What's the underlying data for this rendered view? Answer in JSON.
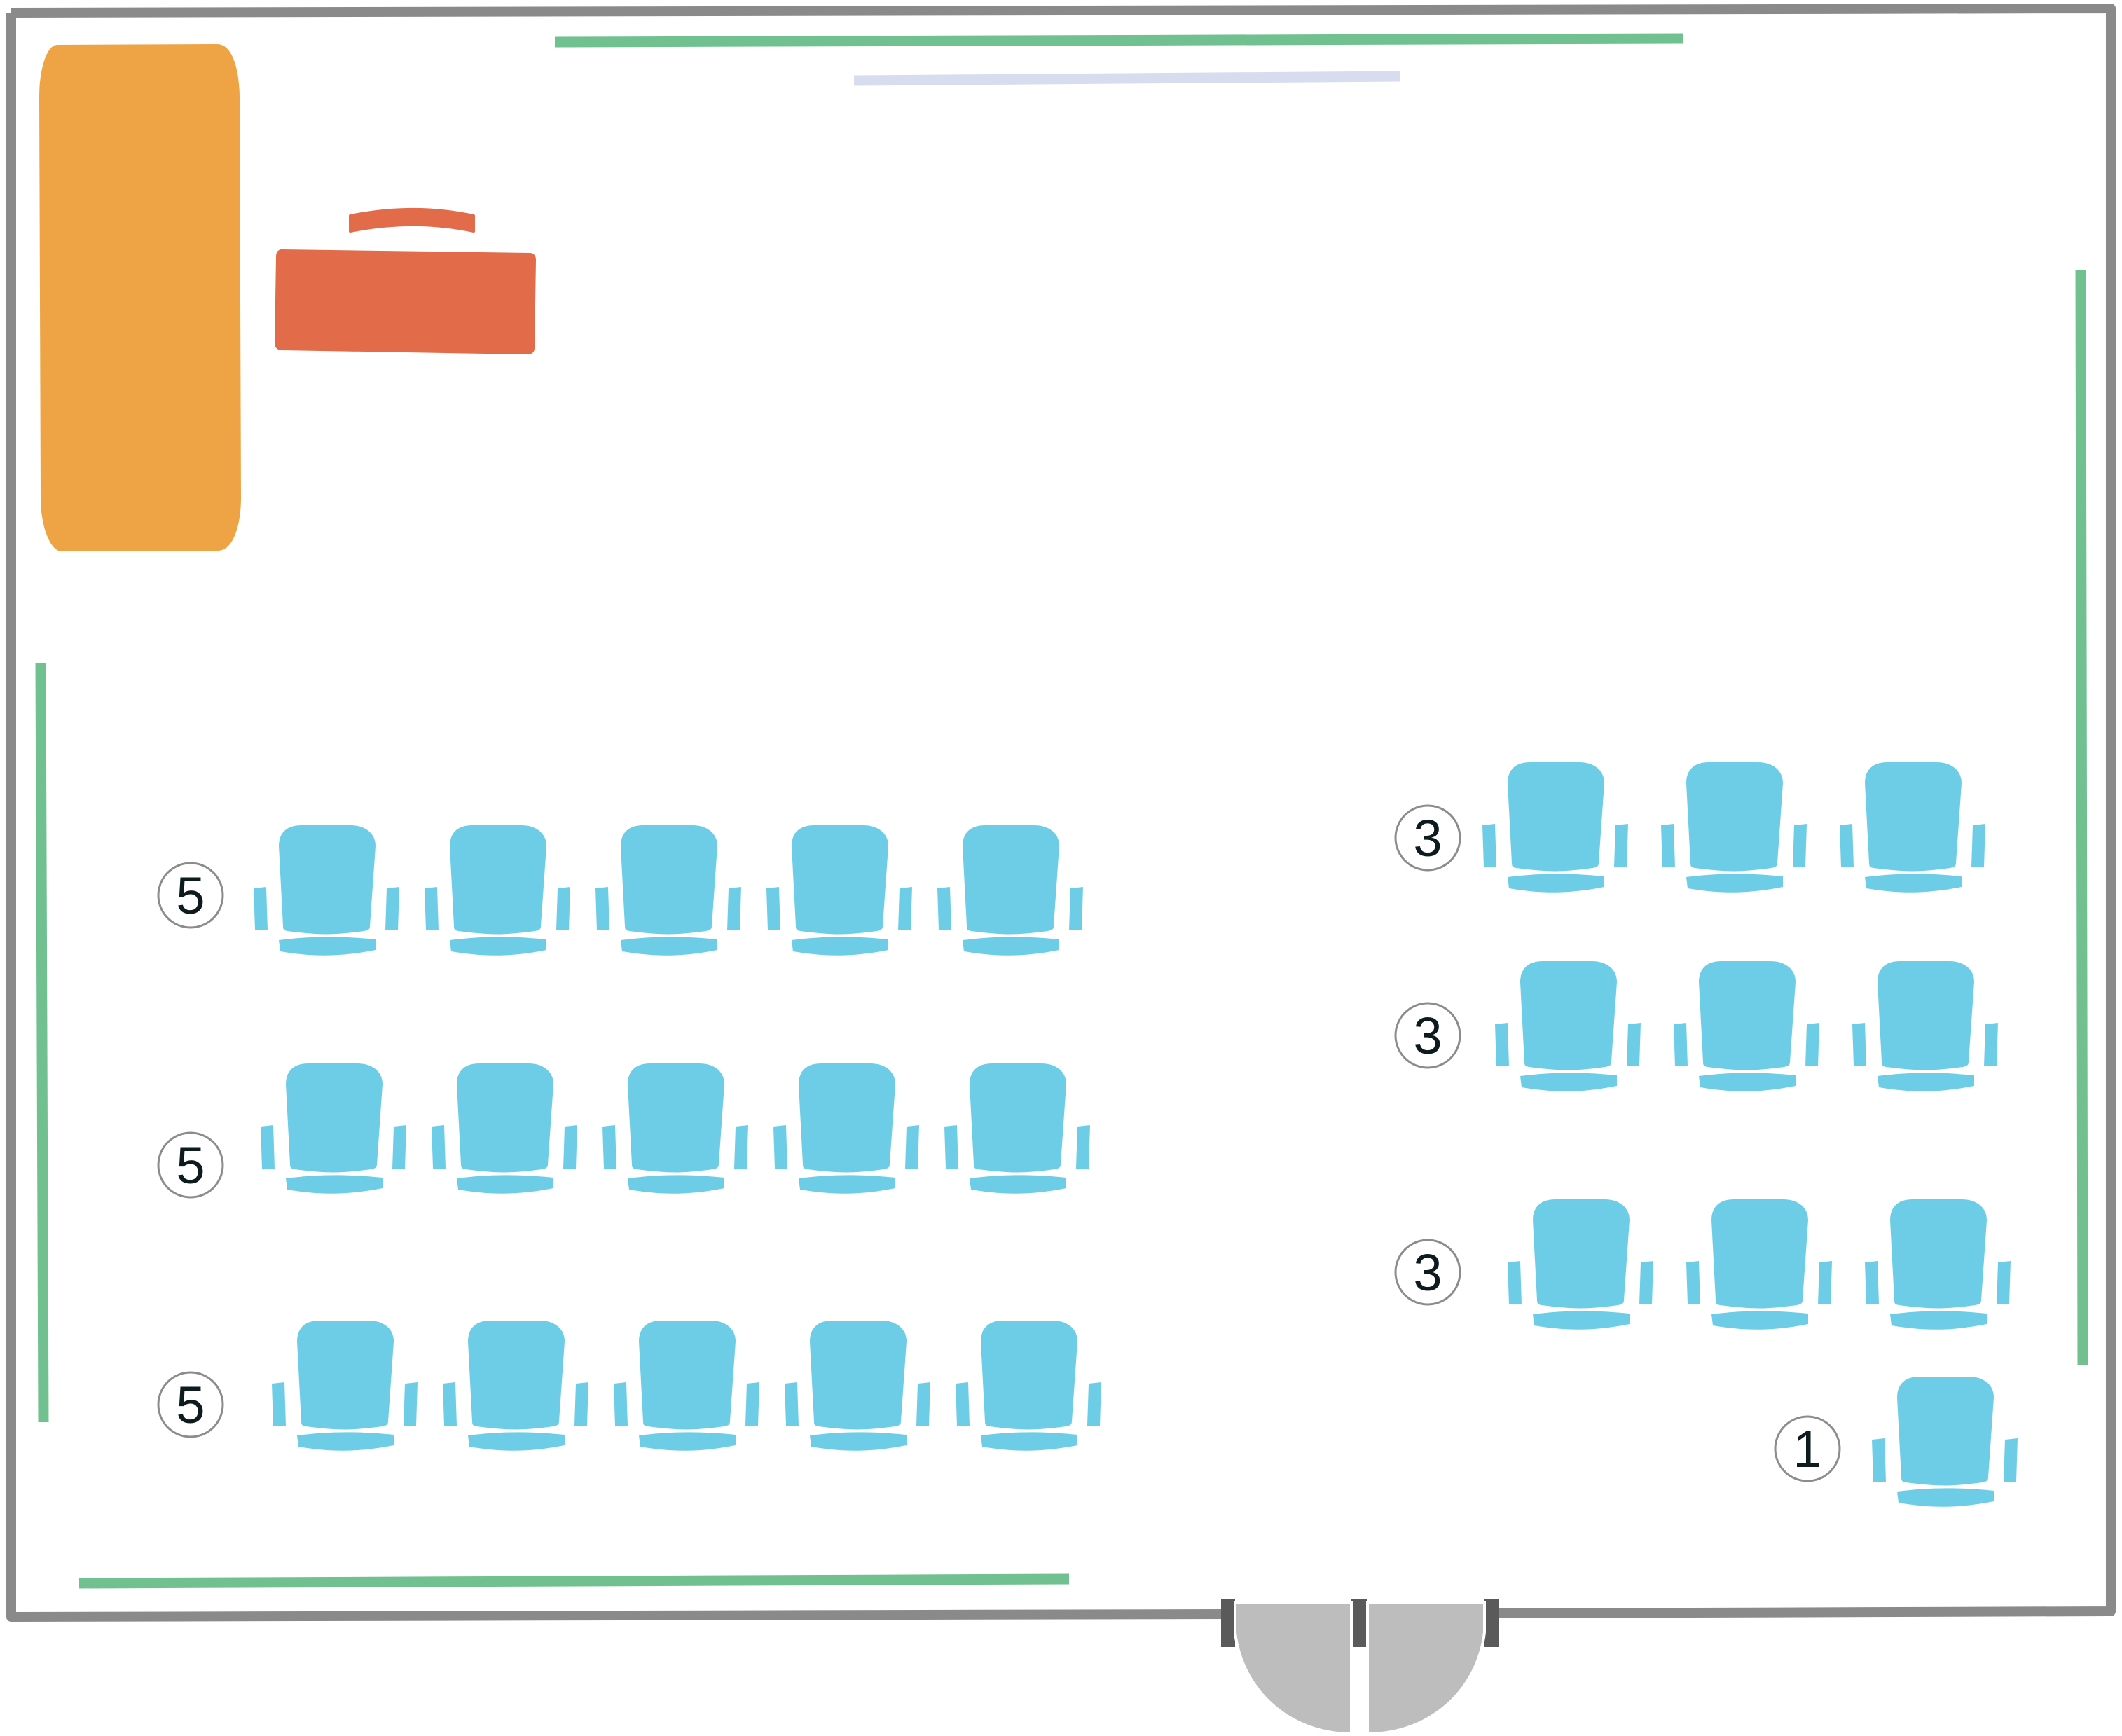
{
  "colors": {
    "wall": "#8a8a8a",
    "door_frame": "#5a5a5a",
    "door_leaf": "#bdbdbd",
    "stage": "#eea444",
    "table": "#e26b4a",
    "wall_panel": "#70c18f",
    "screen": "#d7dcef",
    "chair": "#6ecde6",
    "label_ring": "#8c8c8c",
    "label_text": "#0d1b1e"
  },
  "icons": {
    "chair": "theater-chair-icon",
    "door": "double-door-icon",
    "table": "presenter-table-icon",
    "stage": "stage-platform-icon"
  },
  "row_groups": [
    {
      "id": "left-row-1",
      "label": "5",
      "seats": 5
    },
    {
      "id": "left-row-2",
      "label": "5",
      "seats": 5
    },
    {
      "id": "left-row-3",
      "label": "5",
      "seats": 5
    },
    {
      "id": "right-row-1",
      "label": "3",
      "seats": 3
    },
    {
      "id": "right-row-2",
      "label": "3",
      "seats": 3
    },
    {
      "id": "right-row-3",
      "label": "3",
      "seats": 3
    },
    {
      "id": "right-row-4",
      "label": "1",
      "seats": 1
    }
  ]
}
